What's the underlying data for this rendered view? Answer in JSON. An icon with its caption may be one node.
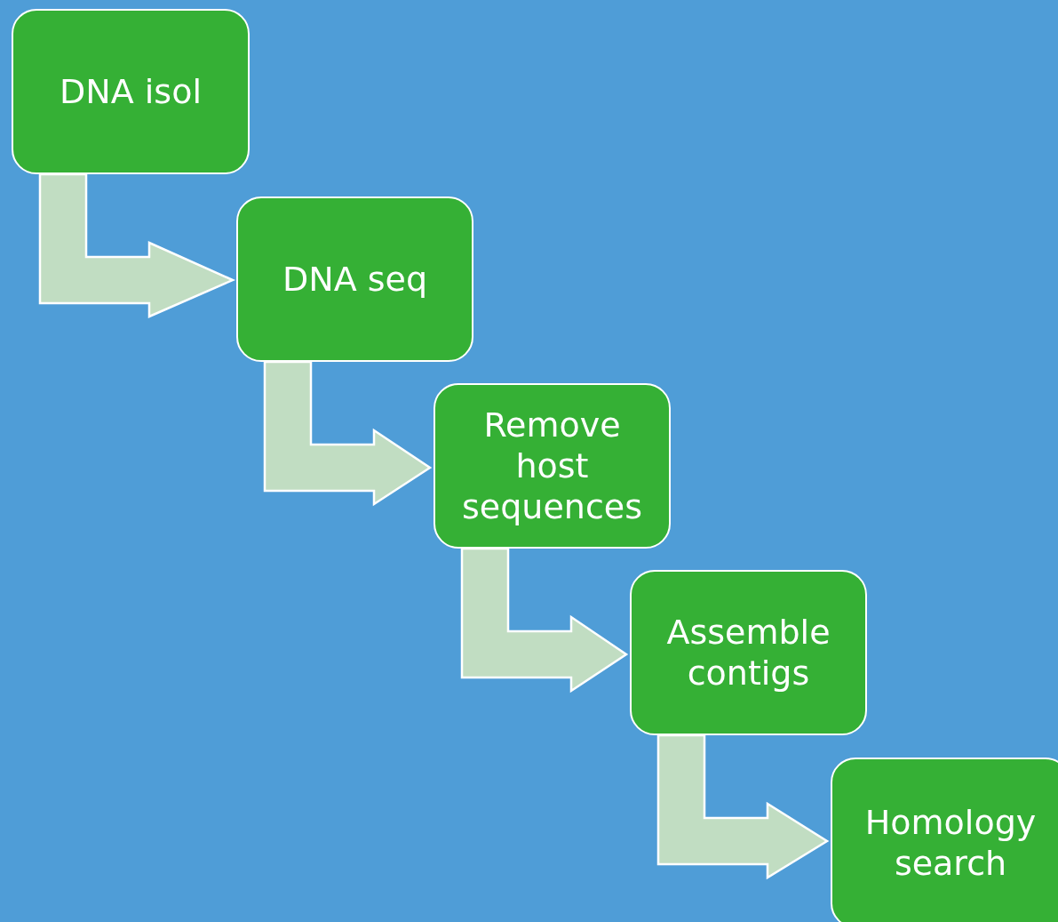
{
  "diagram": {
    "nodes": [
      {
        "text": [
          "DNA isol"
        ]
      },
      {
        "text": [
          "DNA seq"
        ]
      },
      {
        "text": [
          "Remove host sequences"
        ]
      },
      {
        "text": [
          "Assemble contigs"
        ]
      },
      {
        "text": [
          "Homology search"
        ]
      }
    ],
    "edges": [
      {
        "from": 0,
        "to": 1,
        "arrow": "to"
      },
      {
        "from": 1,
        "to": 2,
        "arrow": "to"
      },
      {
        "from": 2,
        "to": 3,
        "arrow": "to"
      },
      {
        "from": 3,
        "to": 4,
        "arrow": "to"
      }
    ]
  }
}
